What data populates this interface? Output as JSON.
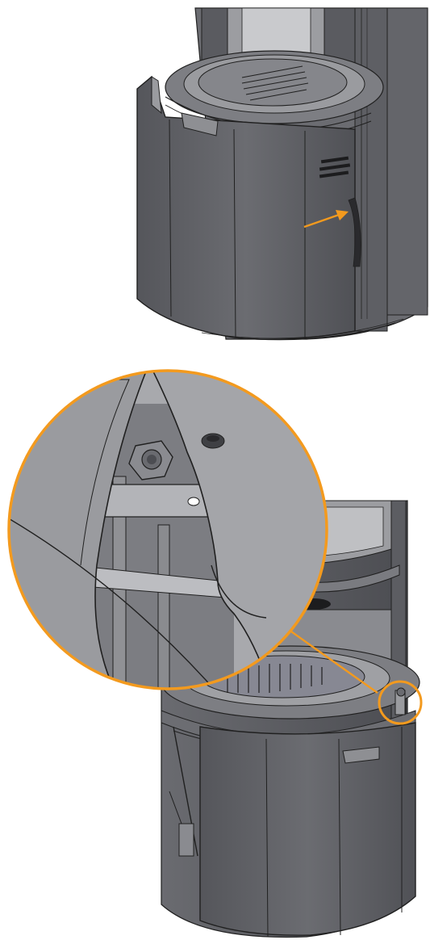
{
  "colors": {
    "background": "#ffffff",
    "accent": "#f39a1e",
    "outline": "#202020",
    "stove_dark": "#4f5055",
    "stove_mid": "#64656a",
    "stove_light": "#8a8b90",
    "stove_lighter": "#a4a5a9",
    "glass": "#c4c5c8"
  },
  "figures": [
    {
      "kind": "stove-step-top",
      "callout": "orange-arrow"
    },
    {
      "kind": "stove-step-bottom",
      "callout": "magnified-detail-circle"
    }
  ]
}
